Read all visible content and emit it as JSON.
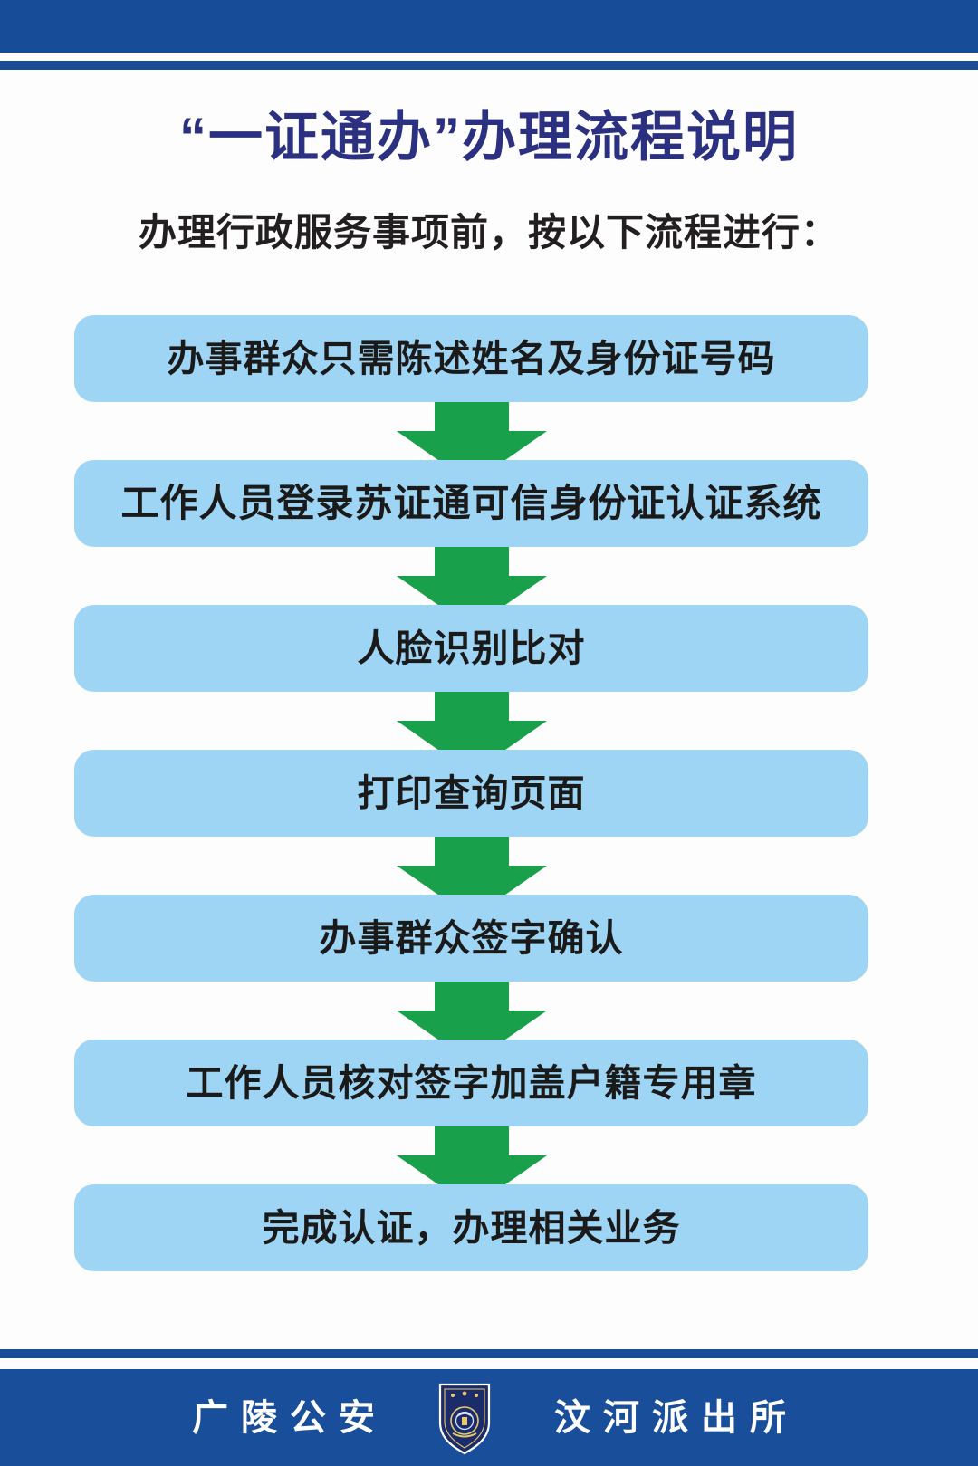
{
  "colors": {
    "header_bar": "#174C98",
    "header_line": "#1B4C96",
    "title_text": "#2B3080",
    "step_box": "#9FD5F4",
    "arrow_green": "#18A04A",
    "footer_bar": "#194E9B",
    "body_text": "#231F20",
    "footer_text": "#FFFFFF"
  },
  "header": {
    "title": "“一证通办”办理流程说明",
    "subtitle": "办理行政服务事项前，按以下流程进行："
  },
  "flow": {
    "steps": [
      {
        "label": "办事群众只需陈述姓名及身份证号码"
      },
      {
        "label": "工作人员登录苏证通可信身份证认证系统"
      },
      {
        "label": "人脸识别比对"
      },
      {
        "label": "打印查询页面"
      },
      {
        "label": "办事群众签字确认"
      },
      {
        "label": "工作人员核对签字加盖户籍专用章"
      },
      {
        "label": "完成认证，办理相关业务"
      }
    ],
    "connector_icon": "down-arrow-icon"
  },
  "footer": {
    "left_text": "广陵公安",
    "right_text": "汶河派出所",
    "badge_icon": "police-badge-icon"
  }
}
